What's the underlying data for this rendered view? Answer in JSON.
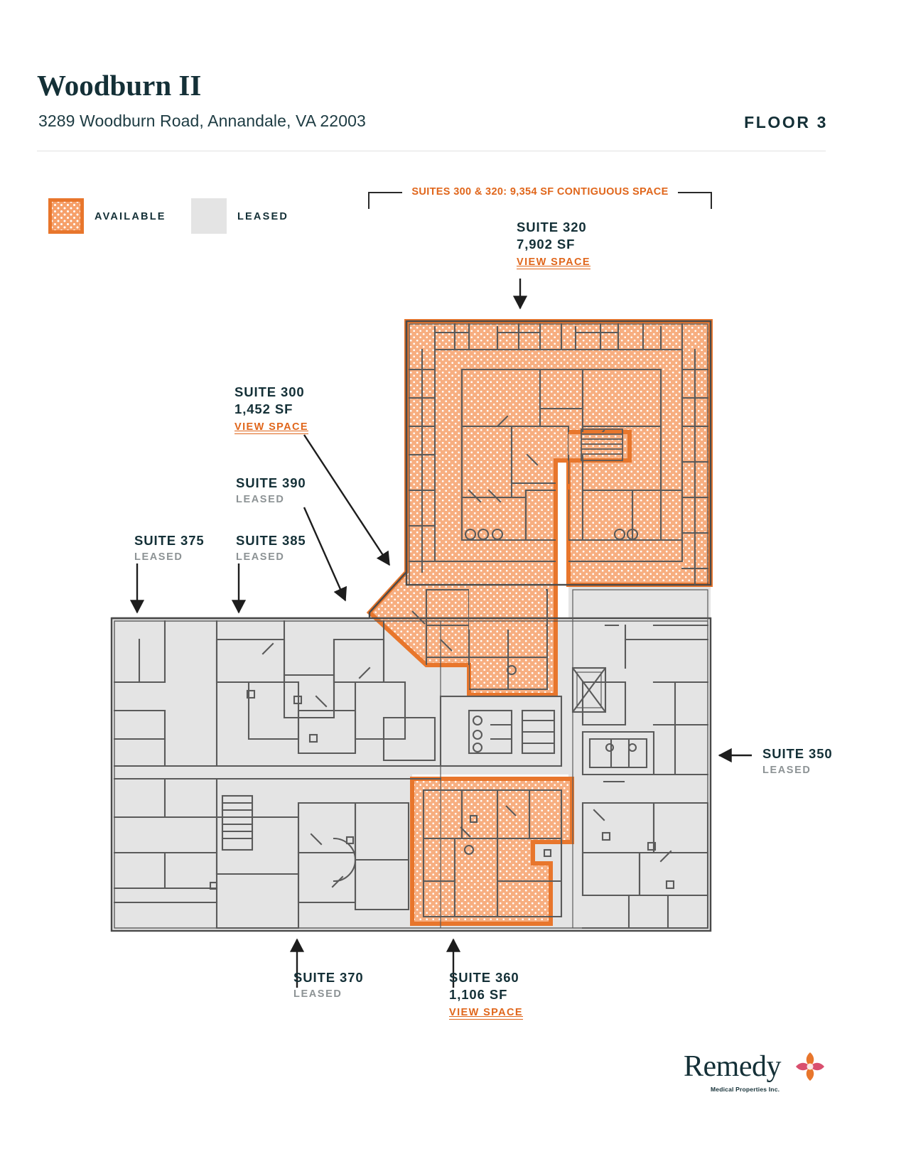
{
  "header": {
    "building_title": "Woodburn II",
    "address": "3289 Woodburn Road, Annandale, VA 22003",
    "floor_label": "FLOOR 3"
  },
  "legend": {
    "available_label": "AVAILABLE",
    "leased_label": "LEASED",
    "available_color": "#e8762c",
    "leased_color": "#e4e4e4"
  },
  "contiguous": {
    "label": "SUITES 300 & 320:  9,354 SF CONTIGUOUS SPACE"
  },
  "suites": {
    "s320": {
      "name": "SUITE 320",
      "size": "7,902 SF",
      "action": "VIEW SPACE"
    },
    "s300": {
      "name": "SUITE 300",
      "size": "1,452 SF",
      "action": "VIEW SPACE"
    },
    "s390": {
      "name": "SUITE 390",
      "status": "LEASED"
    },
    "s375": {
      "name": "SUITE 375",
      "status": "LEASED"
    },
    "s385": {
      "name": "SUITE 385",
      "status": "LEASED"
    },
    "s350": {
      "name": "SUITE 350",
      "status": "LEASED"
    },
    "s370": {
      "name": "SUITE 370",
      "status": "LEASED"
    },
    "s360": {
      "name": "SUITE 360",
      "size": "1,106 SF",
      "action": "VIEW SPACE"
    }
  },
  "logo": {
    "wordmark": "Remedy",
    "tagline": "Medical Properties Inc.",
    "brand_color": "#143037",
    "mark_color": "#e8762c"
  },
  "colors": {
    "accent_orange": "#e0661b",
    "available_fill": "#f6a06a",
    "leased_fill": "#e4e4e4",
    "wall_stroke": "#555555",
    "text_dark": "#143037",
    "text_muted": "#8d9395"
  }
}
